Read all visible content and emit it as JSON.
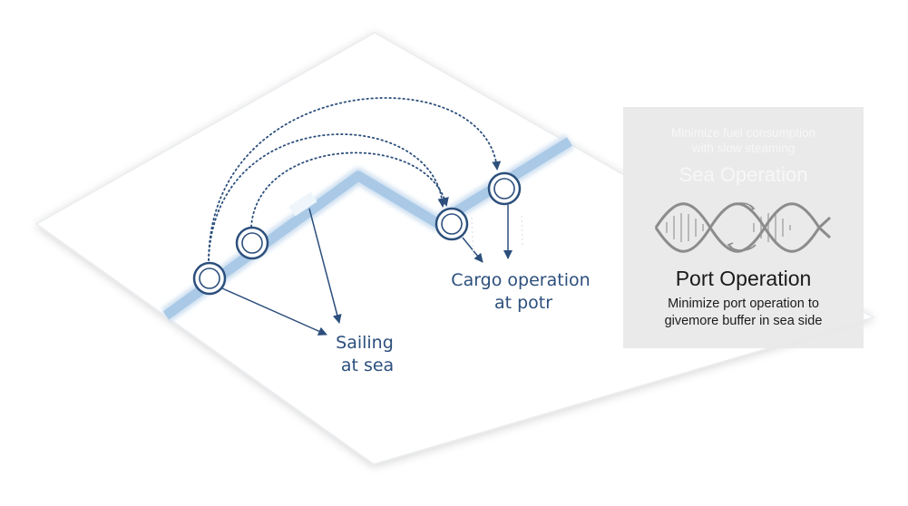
{
  "labels": {
    "sailing": [
      "Sailing",
      "at sea"
    ],
    "cargo": [
      "Cargo operation",
      "at potr"
    ]
  },
  "panel": {
    "faded_subtitle": [
      "Minimize fuel consumption",
      "with slow steaming"
    ],
    "faded_title": "Sea Operation",
    "title": "Port Operation",
    "subtitle": [
      "Minimize port operation to",
      "givemore buffer in sea side"
    ]
  },
  "colors": {
    "accent": "#2c4f7c",
    "route": "#a9c9e6",
    "route_highlight": "#e3eef8",
    "panel_bg": "#e8e8e8",
    "dna": "#8c8c8c"
  },
  "icons": [
    "ship-stop-node-icon",
    "dna-helix-icon",
    "cycle-arrows-icon"
  ]
}
